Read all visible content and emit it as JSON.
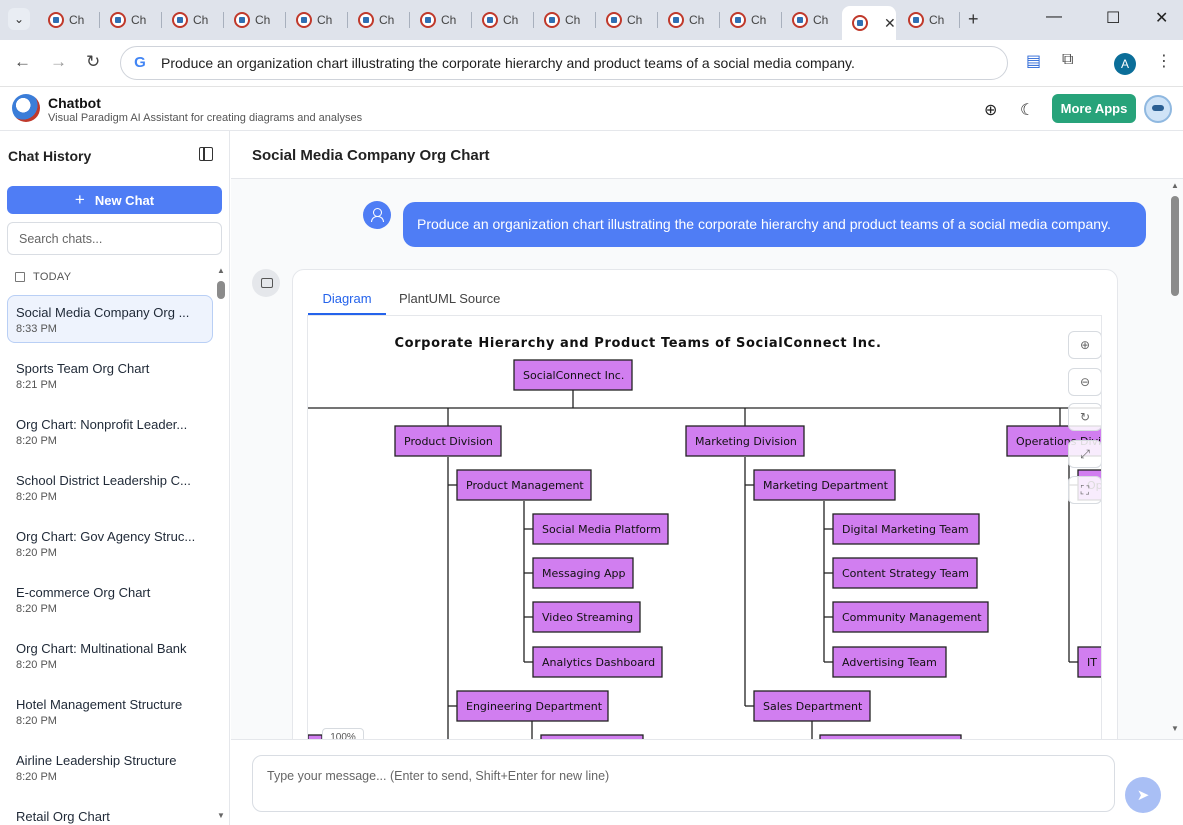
{
  "browser": {
    "tabs": [
      {
        "label": "Ch"
      },
      {
        "label": "Ch"
      },
      {
        "label": "Ch"
      },
      {
        "label": "Ch"
      },
      {
        "label": "Ch"
      },
      {
        "label": "Ch"
      },
      {
        "label": "Ch"
      },
      {
        "label": "Ch"
      },
      {
        "label": "Ch"
      },
      {
        "label": "Ch"
      },
      {
        "label": "Ch"
      },
      {
        "label": "Ch"
      },
      {
        "label": "Ch"
      },
      {
        "label": "",
        "active": true
      },
      {
        "label": "Ch"
      }
    ],
    "address": "Produce an organization chart illustrating the corporate hierarchy and product teams of a social media company.",
    "profile_initial": "A"
  },
  "app": {
    "title": "Chatbot",
    "subtitle": "Visual Paradigm AI Assistant for creating diagrams and analyses",
    "more_apps": "More Apps"
  },
  "sidebar": {
    "title": "Chat History",
    "new_chat": "New Chat",
    "search_placeholder": "Search chats...",
    "group": "TODAY",
    "items": [
      {
        "title": "Social Media Company Org ...",
        "time": "8:33 PM",
        "active": true
      },
      {
        "title": "Sports Team Org Chart",
        "time": "8:21 PM"
      },
      {
        "title": "Org Chart: Nonprofit Leader...",
        "time": "8:20 PM"
      },
      {
        "title": "School District Leadership C...",
        "time": "8:20 PM"
      },
      {
        "title": "Org Chart: Gov Agency Struc...",
        "time": "8:20 PM"
      },
      {
        "title": "E-commerce Org Chart",
        "time": "8:20 PM"
      },
      {
        "title": "Org Chart: Multinational Bank",
        "time": "8:20 PM"
      },
      {
        "title": "Hotel Management Structure",
        "time": "8:20 PM"
      },
      {
        "title": "Airline Leadership Structure",
        "time": "8:20 PM"
      },
      {
        "title": "Retail Org Chart",
        "time": ""
      }
    ]
  },
  "main": {
    "title": "Social Media Company Org Chart",
    "user_message": "Produce an organization chart illustrating the corporate hierarchy and product teams of a social media company.",
    "tabs": {
      "diagram": "Diagram",
      "source": "PlantUML Source"
    },
    "zoom": "100%",
    "input_placeholder": "Type your message... (Enter to send, Shift+Enter for new line)"
  },
  "diagram": {
    "title": "Corporate Hierarchy and Product Teams of SocialConnect Inc.",
    "fill_color": "#d17ef0",
    "root": "SocialConnect Inc.",
    "divisions": [
      "Product Division",
      "Marketing Division",
      "Operations Divis"
    ],
    "product_departments": [
      "Product Management",
      "Engineering Department"
    ],
    "product_management_teams": [
      "Social Media Platform",
      "Messaging App",
      "Video Streaming",
      "Analytics Dashboard"
    ],
    "marketing_departments": [
      "Marketing Department",
      "Sales Department"
    ],
    "marketing_department_teams": [
      "Digital Marketing Team",
      "Content Strategy Team",
      "Community Management",
      "Advertising Team"
    ],
    "operations_fragments": [
      "Op",
      "IT"
    ]
  }
}
